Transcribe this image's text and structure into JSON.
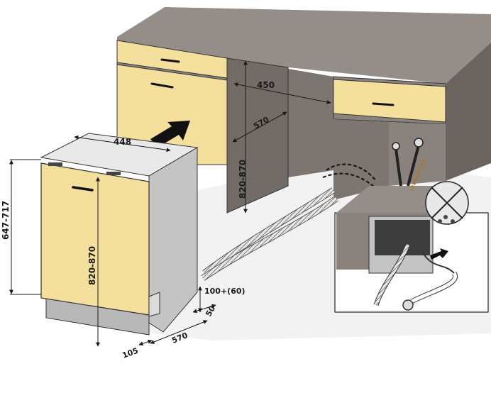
{
  "labels": {
    "cab_width": "450",
    "cab_depth": "570",
    "cab_height": "820-870",
    "dw_width": "448",
    "dw_height_outer": "647-717",
    "dw_height_door": "820-870",
    "plinth": "100+(60)",
    "gap": "50",
    "depth": "570",
    "door_offset": "105"
  },
  "colors": {
    "cabinet": "#8a827c",
    "cabinet_dark": "#736b65",
    "cabinet_top": "#958d87",
    "front": "#f5df9c",
    "dishwasher_side": "#c4c4c4",
    "floor": "#ececec",
    "line": "#1a1a1a"
  },
  "icons": {
    "arrow": "insertion-arrow-icon",
    "tap": "water-tap-icon",
    "no_drip": "no-drip-warning-icon"
  }
}
